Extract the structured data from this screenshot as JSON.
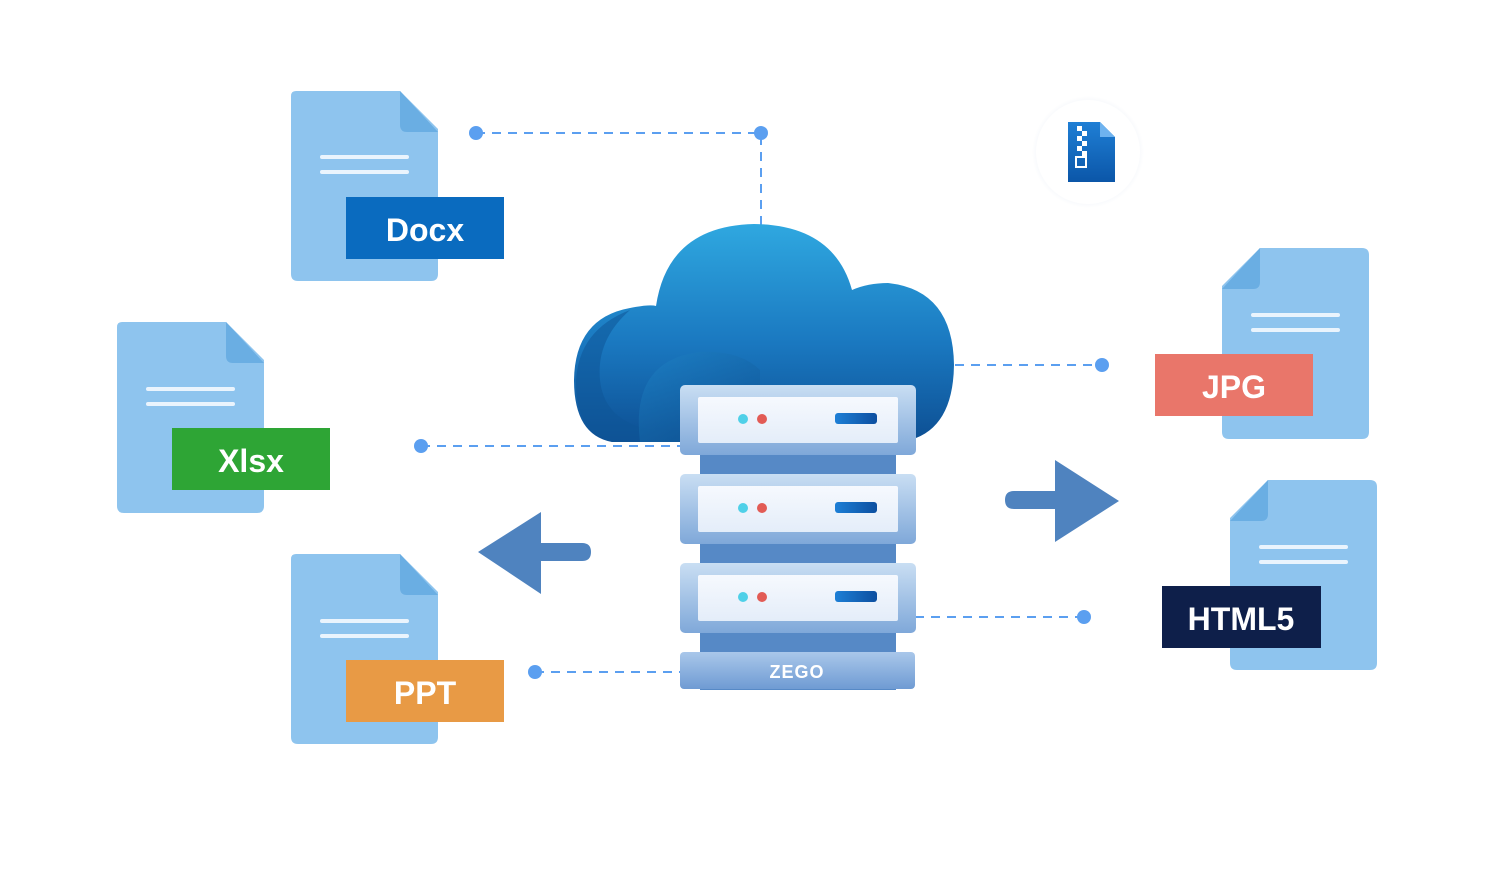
{
  "files": [
    {
      "id": "docx",
      "label": "Docx",
      "color": "#0a6bbf"
    },
    {
      "id": "xlsx",
      "label": "Xlsx",
      "color": "#2ea535"
    },
    {
      "id": "ppt",
      "label": "PPT",
      "color": "#e89a45"
    },
    {
      "id": "jpg",
      "label": "JPG",
      "color": "#e9766a"
    },
    {
      "id": "html5",
      "label": "HTML5",
      "color": "#0e1f4a"
    }
  ],
  "server": {
    "brand": "ZEGO"
  },
  "icons": {
    "zip": "zip-file-icon",
    "arrow_left": "arrow-left-icon",
    "arrow_right": "arrow-right-icon",
    "cloud": "cloud-icon",
    "server": "server-rack-icon"
  },
  "colors": {
    "doc_fill": "#8ec4ee",
    "doc_fold": "#6aaee3",
    "connector": "#5b9ff0",
    "arrow": "#4f83bf"
  }
}
